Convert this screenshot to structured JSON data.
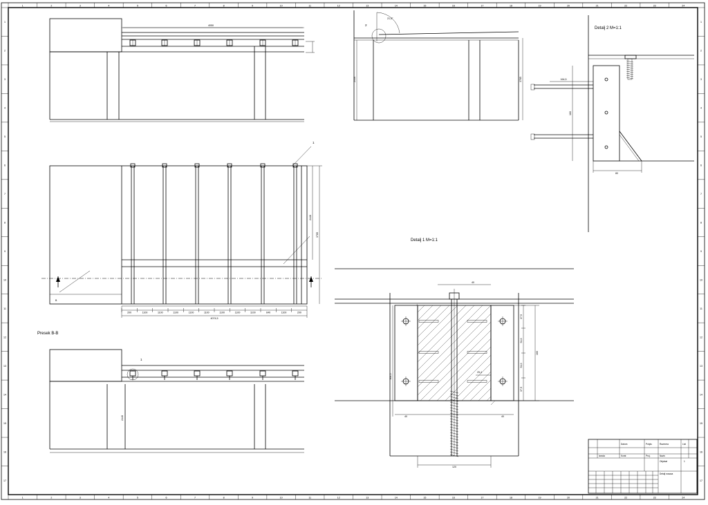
{
  "frame": {
    "top_numbers": [
      "1",
      "2",
      "3",
      "4",
      "5",
      "6",
      "7",
      "8",
      "9",
      "10",
      "11",
      "12",
      "13",
      "14",
      "15",
      "16",
      "17",
      "18",
      "19",
      "20",
      "21",
      "22",
      "23",
      "24"
    ],
    "side_numbers": [
      "1",
      "2",
      "3",
      "4",
      "5",
      "6",
      "7",
      "8",
      "9",
      "10",
      "11",
      "12",
      "13",
      "14",
      "15",
      "16",
      "17"
    ]
  },
  "views": {
    "detail2_title": "Detalj 2 M=1:1",
    "detail1_title": "Detalj 1 M=1:1",
    "section_bb_title": "Presek B-B",
    "marker_1": "1",
    "marker_2": "2",
    "marker_b": "B",
    "angle_label": "21,5°"
  },
  "dimensions": {
    "top_view_length": "4050",
    "plan_spacing": [
      "200",
      "1100",
      "1100",
      "1100",
      "1100",
      "1100",
      "1100",
      "1100",
      "1100",
      "640",
      "1100",
      "200"
    ],
    "plan_total": "4074,5",
    "plan_vertical": [
      "2446",
      "3785"
    ],
    "d1_top": "40",
    "d1_left_total": "364,5",
    "d1_right_total": "160",
    "d1_right_parts": [
      "37,5",
      "51,6",
      "51,6",
      "37,5"
    ],
    "d1_bottom": "120",
    "d1_side": [
      "40",
      "40"
    ],
    "d1_note": "25,4",
    "d2_width": "80",
    "d2_height": "160",
    "d2_rod": "164,5"
  },
  "title_block": {
    "rows": [
      "Izrada",
      "Kontr.",
      "Proj.",
      "Naziv"
    ],
    "cols": [
      "Datum",
      "Potpis",
      "Razmera",
      "List"
    ],
    "project": "Objekat",
    "drawing": "Detalj nosaca",
    "sheet": "1"
  }
}
